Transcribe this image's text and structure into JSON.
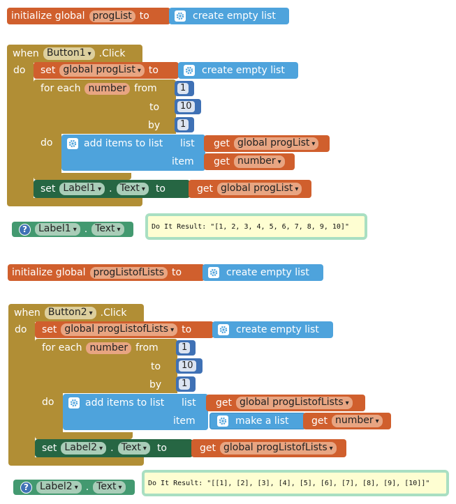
{
  "block1": {
    "kw_initialize": "initialize global",
    "var_name": "progList",
    "kw_to": "to",
    "value_label": "create empty list"
  },
  "event1": {
    "kw_when": "when",
    "component": "Button1",
    "event_name": ".Click",
    "kw_do": "do",
    "set_kw": "set",
    "set_var": "global progList",
    "set_to": "to",
    "set_value": "create empty list",
    "for_each_kw": "for each",
    "loop_var": "number",
    "from_kw": "from",
    "from_value": "1",
    "to_kw": "to",
    "to_value": "10",
    "by_kw": "by",
    "by_value": "1",
    "loop_do_kw": "do",
    "add_items_label": "add items to list",
    "list_kw": "list",
    "get_kw": "get",
    "list_var": "global progList",
    "item_kw": "item",
    "item_var": "number",
    "set2_kw": "set",
    "set2_component": "Label1",
    "dot": ".",
    "set2_property": "Text",
    "set2_to": "to",
    "set2_value_var": "global progList"
  },
  "watch1": {
    "component": "Label1",
    "dot": ".",
    "property": "Text",
    "result": "Do It Result: \"[1, 2, 3, 4, 5, 6, 7, 8, 9, 10]\""
  },
  "block2": {
    "kw_initialize": "initialize global",
    "var_name": "progListofLists",
    "kw_to": "to",
    "value_label": "create empty list"
  },
  "event2": {
    "kw_when": "when",
    "component": "Button2",
    "event_name": ".Click",
    "kw_do": "do",
    "set_kw": "set",
    "set_var": "global progListofLists",
    "set_to": "to",
    "set_value": "create empty list",
    "for_each_kw": "for each",
    "loop_var": "number",
    "from_kw": "from",
    "from_value": "1",
    "to_kw": "to",
    "to_value": "10",
    "by_kw": "by",
    "by_value": "1",
    "loop_do_kw": "do",
    "add_items_label": "add items to list",
    "list_kw": "list",
    "get_kw": "get",
    "list_var": "global progListofLists",
    "item_kw": "item",
    "make_list_label": "make a list",
    "item_var": "number",
    "set2_kw": "set",
    "set2_component": "Label2",
    "dot": ".",
    "set2_property": "Text",
    "set2_to": "to",
    "set2_value_var": "global progListofLists"
  },
  "watch2": {
    "component": "Label2",
    "dot": ".",
    "property": "Text",
    "result": "Do It Result: \"[[1], [2], [3], [4], [5], [6], [7], [8], [9], [10]]\""
  },
  "icons": {
    "dropdown": "▾",
    "gear": "gear-icon",
    "help": "?"
  },
  "colors": {
    "variable_orange": "#d05f2d",
    "list_blue": "#4ea3dc",
    "control_gold": "#b18e35",
    "math_navy": "#3f71b5",
    "setter_green": "#266643",
    "getter_green": "#439970",
    "comment_bg": "#fefed2",
    "comment_border": "#a9dfc2"
  }
}
